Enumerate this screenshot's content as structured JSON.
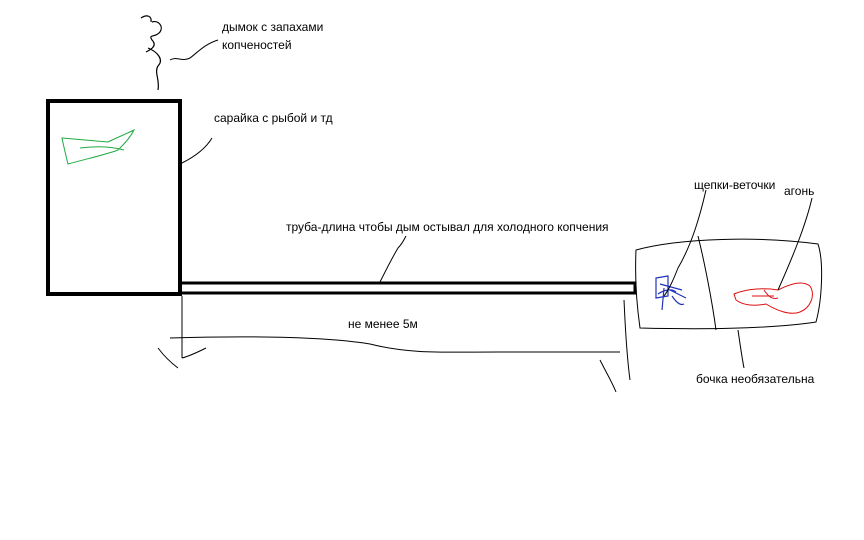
{
  "labels": {
    "smoke": "дымок с запахами",
    "smoke_line2": "копченостей",
    "shed": "сарайка с рыбой и тд",
    "pipe": "труба-длина чтобы дым остывал для холодного копчения",
    "distance": "не менее 5м",
    "chips": "щепки-веточки",
    "fire": "агонь",
    "barrel": "бочка необязательна"
  },
  "colors": {
    "ink": "#000000",
    "fish": "#22aa44",
    "chips": "#2233bb",
    "fire": "#dd1111"
  }
}
